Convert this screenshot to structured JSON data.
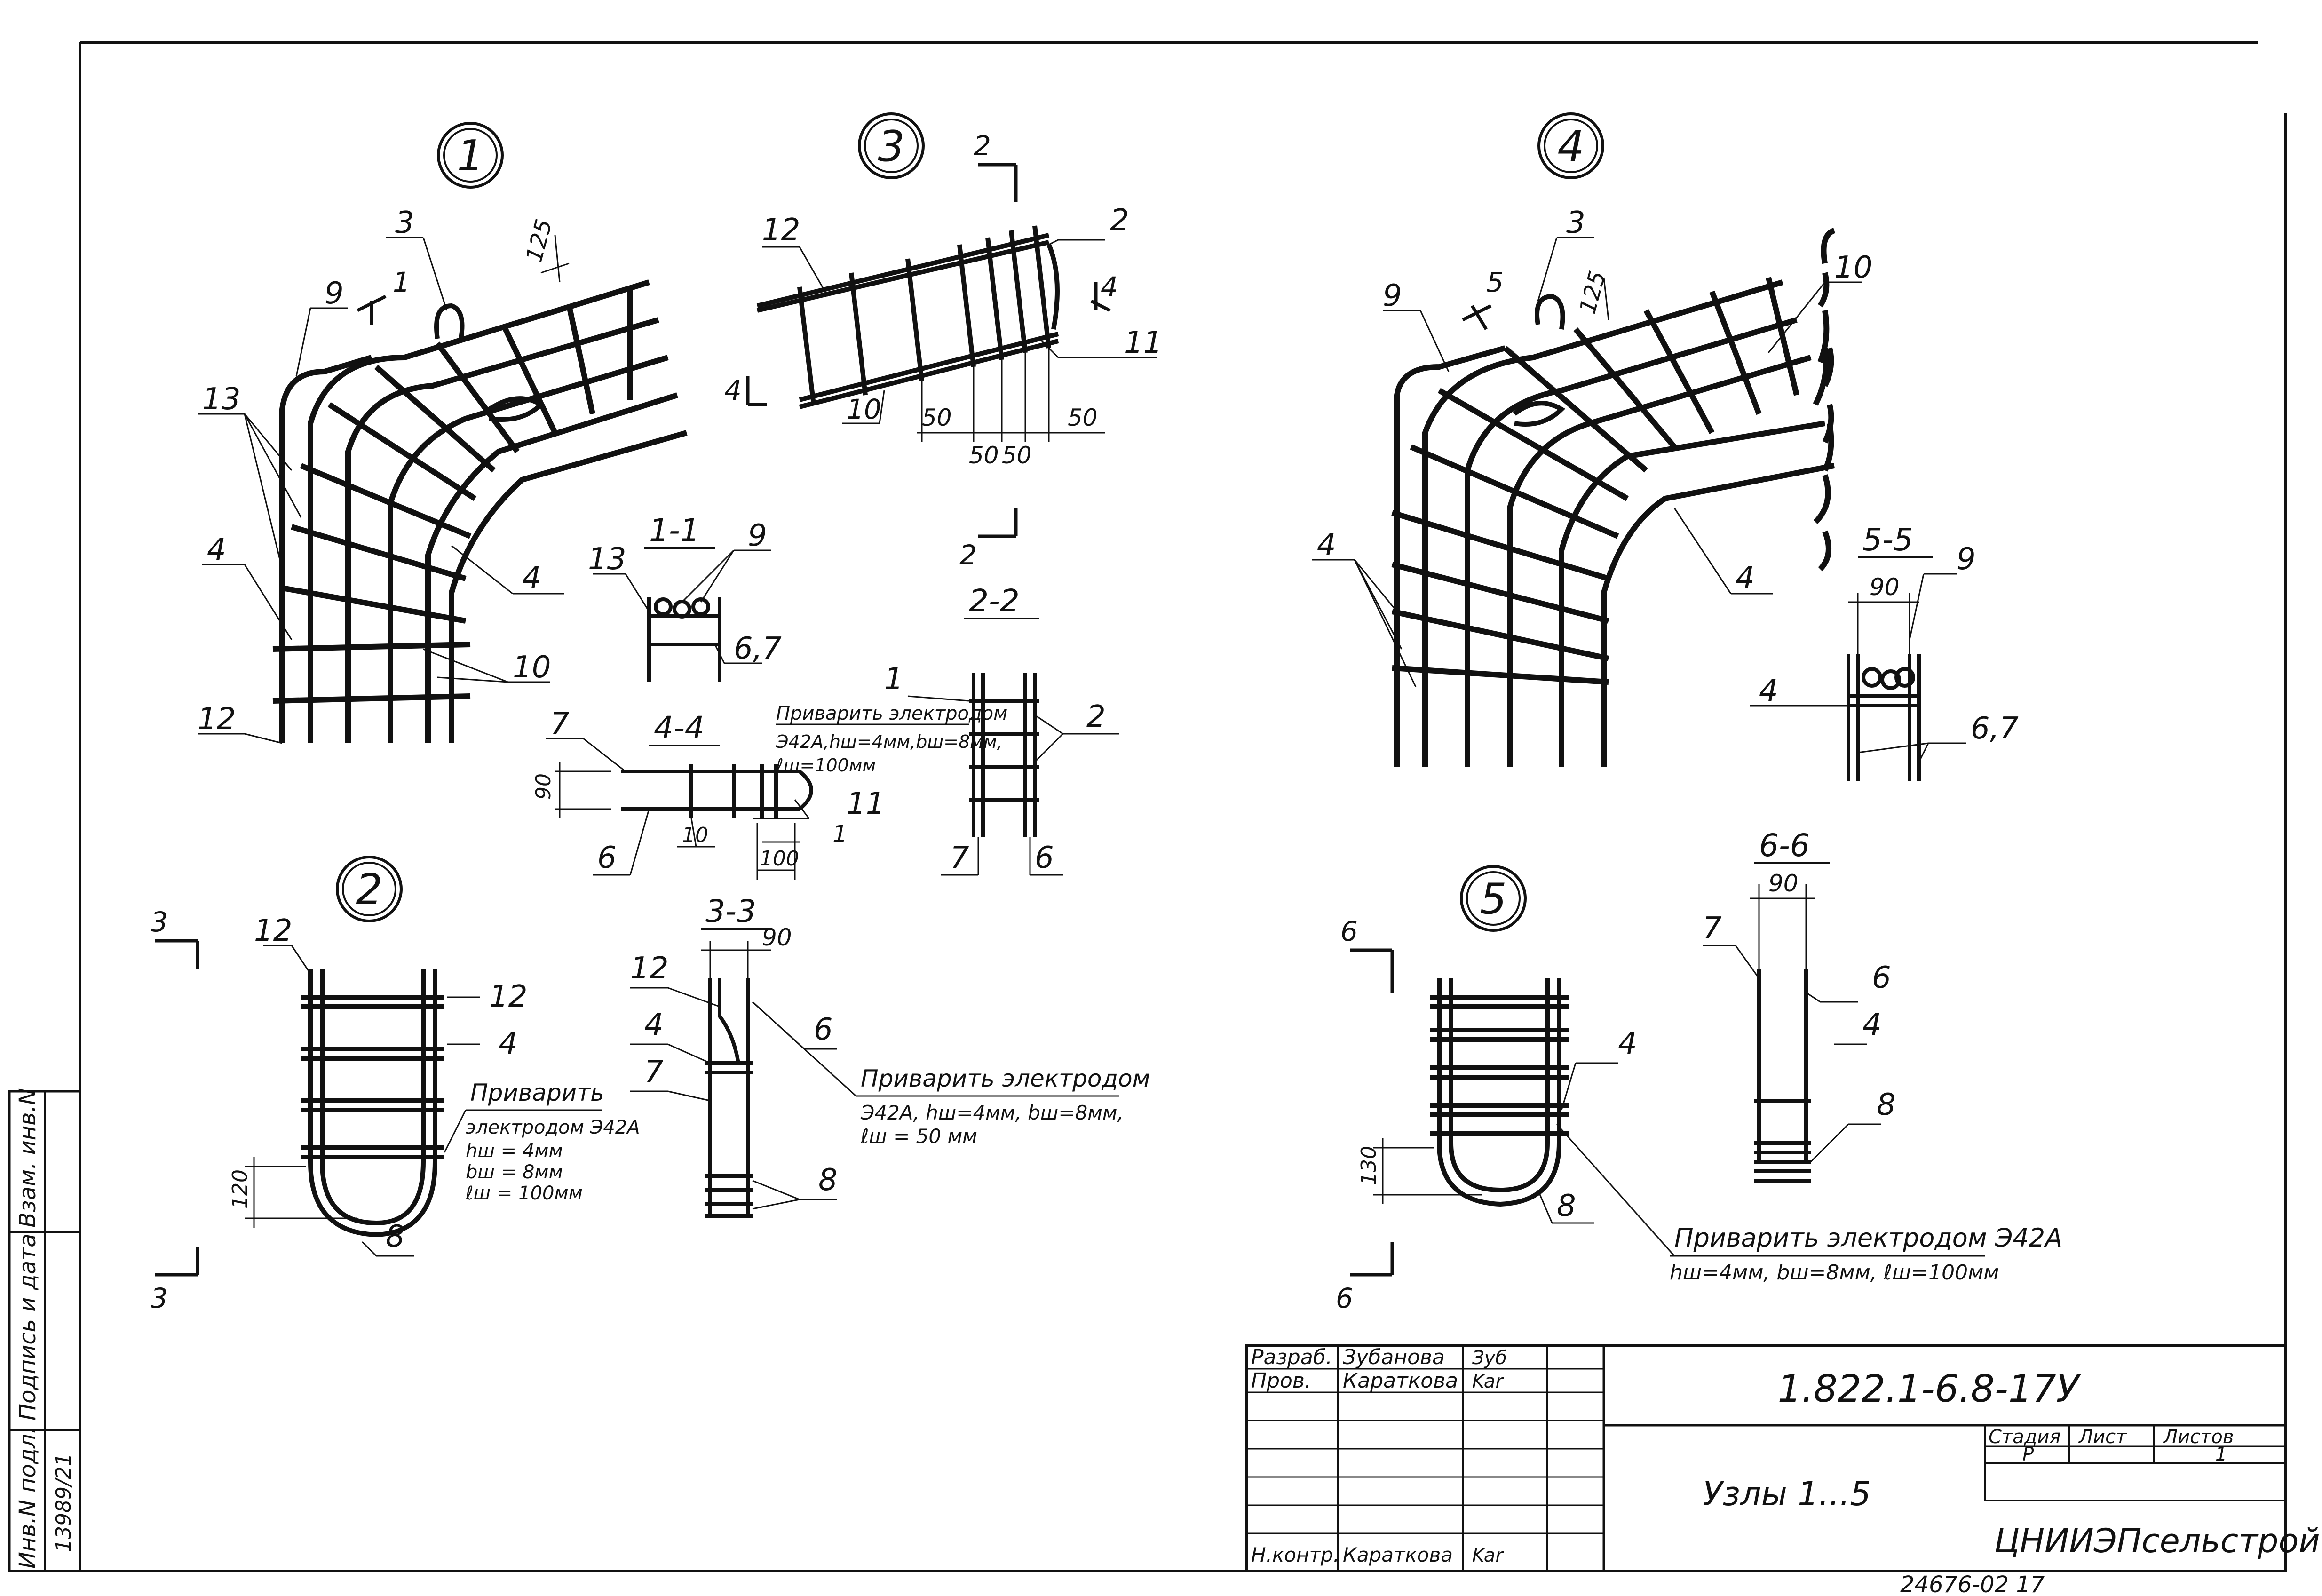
{
  "nodes": {
    "n1": "1",
    "n2": "2",
    "n3": "3",
    "n4": "4",
    "n5": "5"
  },
  "sections": {
    "s11": "1-1",
    "s22": "2-2",
    "s33": "3-3",
    "s44": "4-4",
    "s55": "5-5",
    "s66": "6-6"
  },
  "cut_marks": {
    "c1": "1",
    "c2a": "2",
    "c2b": "2",
    "c3a": "3",
    "c3b": "3",
    "c4a": "4",
    "c4b": "4",
    "c5": "5",
    "c6a": "6",
    "c6b": "6"
  },
  "positions": {
    "p3_n1": "3",
    "p9_n1": "9",
    "p13_n1": "13",
    "p4_n1a": "4",
    "p4_n1b": "4",
    "p10_n1": "10",
    "p12_n1": "12",
    "p12_n3": "12",
    "p2_n3": "2",
    "p11_n3": "11",
    "p10_n3": "10",
    "p9_s11": "9",
    "p13_s11": "13",
    "p67_s11": "6,7",
    "p1_s22": "1",
    "p2_s22": "2",
    "p7_s22": "7",
    "p6_s22": "6",
    "p7_s44": "7",
    "p6_s44": "6",
    "p10_s44": "10",
    "p11_s44": "11",
    "p1_s44": "1",
    "p12_n2a": "12",
    "p12_n2b": "12",
    "p4_n2": "4",
    "p8_n2": "8",
    "p12_s33": "12",
    "p4_s33": "4",
    "p7_s33": "7",
    "p6_s33": "6",
    "p8_s33": "8",
    "p3_n4": "3",
    "p9_n4": "9",
    "p10_n4": "10",
    "p4_n4a": "4",
    "p4_n4b": "4",
    "p9_s55": "9",
    "p4_s55": "4",
    "p67_s55": "6,7",
    "p4_n5": "4",
    "p8_n5": "8",
    "p7_s66": "7",
    "p6_s66": "6",
    "p4_s66": "4",
    "p8_s66": "8"
  },
  "dimensions": {
    "d125_n1": "125",
    "d50a": "50",
    "d50b": "50",
    "d50c": "50",
    "d50d": "50",
    "d90_s44": "90",
    "d100_s44": "100",
    "d120_n2": "120",
    "d90_s33": "90",
    "d125_n4": "125",
    "d90_s55": "90",
    "d130_n5": "130",
    "d90_s66": "90"
  },
  "notes": {
    "weld_22_l1": "Приварить электродом",
    "weld_22_l2": "Э42А,hш=4мм,bш=8мм,",
    "weld_22_l3": "ℓш=100мм",
    "weld_n2_l1": "Приварить",
    "weld_n2_l2": "электродом Э42А",
    "weld_n2_l3": "hш = 4мм",
    "weld_n2_l4": "bш = 8мм",
    "weld_n2_l5": "ℓш = 100мм",
    "weld_s33_l1": "Приварить электродом",
    "weld_s33_l2": "Э42А, hш=4мм, bш=8мм,",
    "weld_s33_l3": "ℓш = 50 мм",
    "weld_n5_l1": "Приварить электродом Э42А",
    "weld_n5_l2": "hш=4мм, bш=8мм, ℓш=100мм"
  },
  "side_stamp": {
    "inv_orig": "Инв.N подл.",
    "sign_date": "Подпись и дата",
    "inv_repl": "Взам. инв.N",
    "inv_number": "13989/21"
  },
  "title_block": {
    "razrab_label": "Разраб.",
    "razrab_name": "Зубанова",
    "razrab_sign": "Зуб",
    "prov_label": "Пров.",
    "prov_name": "Караткова",
    "prov_sign": "Kar",
    "nkontr_label": "Н.контр.",
    "nkontr_name": "Караткова",
    "nkontr_sign": "Kar",
    "doc_code": "1.822.1-6.8-17У",
    "title": "Узлы 1...5",
    "stage_label": "Стадия",
    "sheet_label": "Лист",
    "sheets_label": "Листов",
    "stage_value": "Р",
    "sheet_value": "",
    "sheets_value": "1",
    "org": "ЦНИИЭПсельстрой"
  },
  "footer_code": "24676-02   17"
}
